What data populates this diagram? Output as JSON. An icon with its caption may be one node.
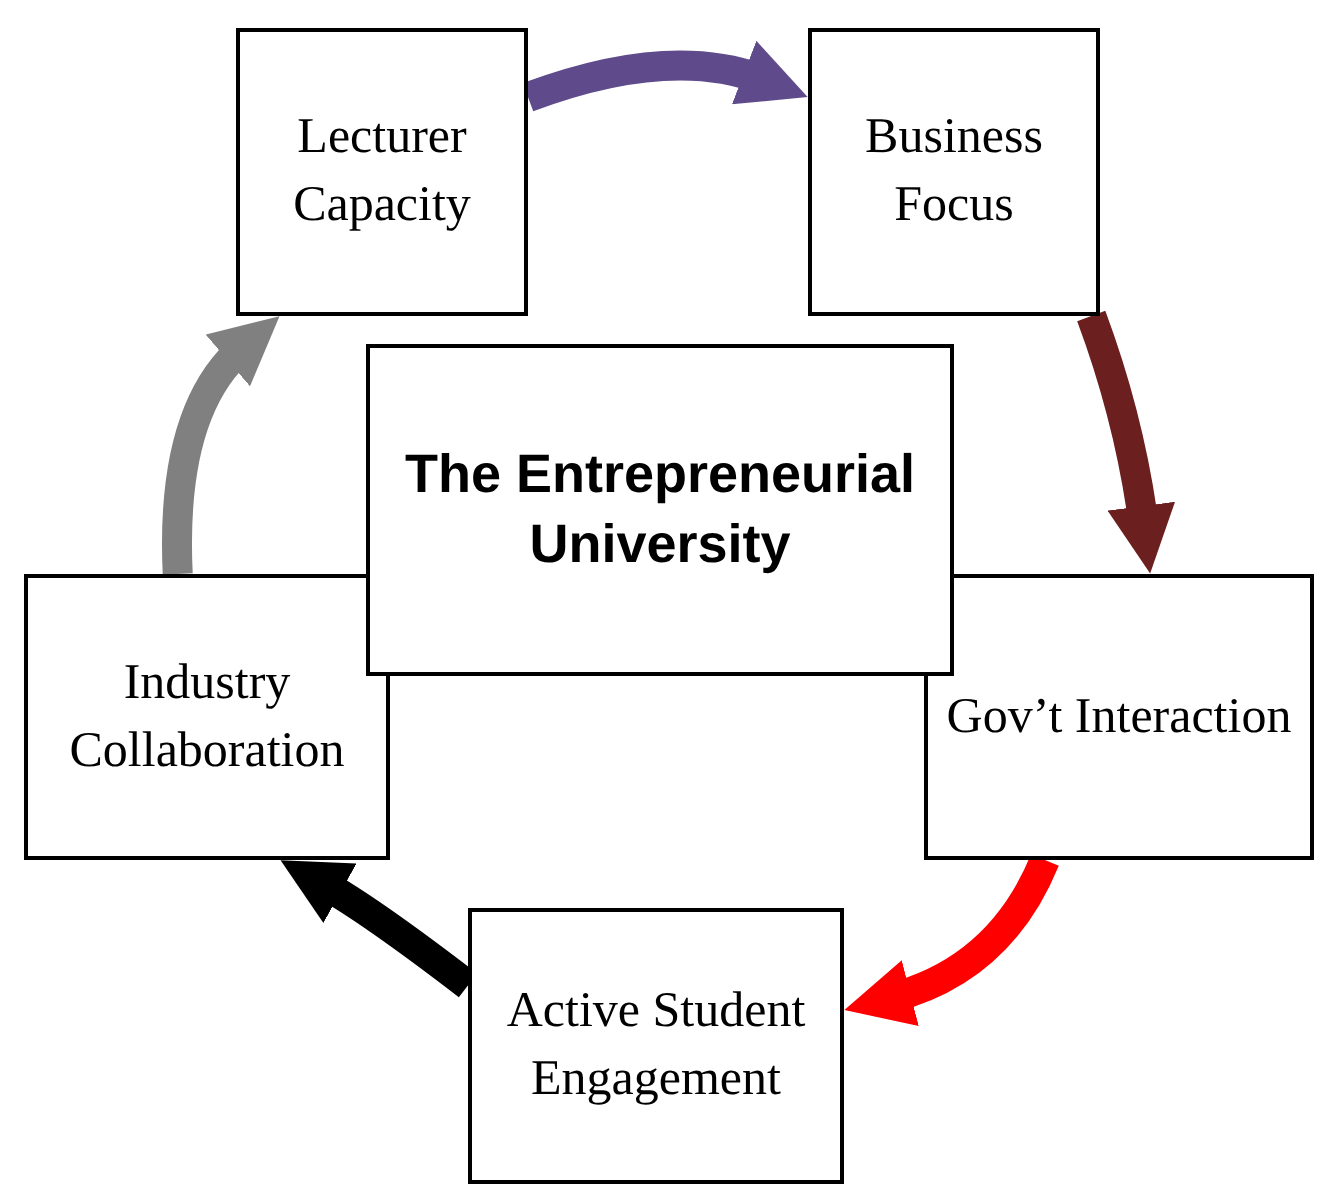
{
  "diagram": {
    "nodes": [
      {
        "text": [
          "The Entrepreneurial University"
        ]
      },
      {
        "text": [
          "Lecturer Capacity"
        ]
      },
      {
        "text": [
          "Business Focus"
        ]
      },
      {
        "text": [
          "Gov’t Interaction"
        ]
      },
      {
        "text": [
          "Active Student Engagement"
        ]
      },
      {
        "text": [
          "Industry Collaboration"
        ]
      }
    ],
    "edges": [
      {
        "from": 1,
        "to": 2,
        "arrow": "to",
        "color": "#5f4b8b"
      },
      {
        "from": 2,
        "to": 3,
        "arrow": "to",
        "color": "#6b1f1f"
      },
      {
        "from": 3,
        "to": 4,
        "arrow": "to",
        "color": "#ff0000"
      },
      {
        "from": 4,
        "to": 5,
        "arrow": "to",
        "color": "#000000"
      },
      {
        "from": 5,
        "to": 1,
        "arrow": "to",
        "color": "#808080"
      }
    ]
  }
}
